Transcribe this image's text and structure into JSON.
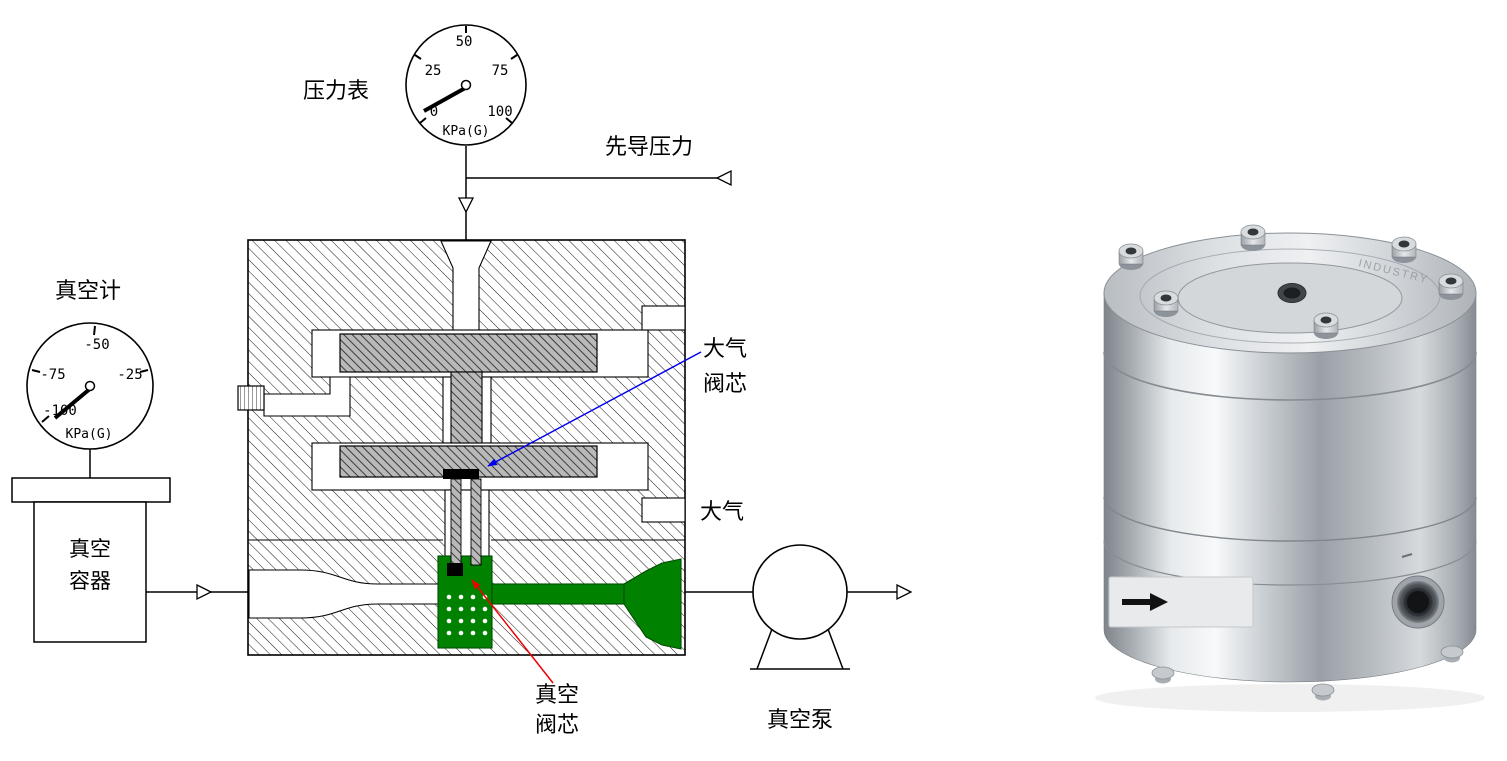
{
  "diagram": {
    "pressure_gauge": {
      "label": "压力表",
      "unit": "KPa(G)",
      "ticks": [
        "0",
        "25",
        "50",
        "75",
        "100"
      ]
    },
    "pilot_pressure_label": "先导压力",
    "vacuum_gauge": {
      "label": "真空计",
      "unit": "KPa(G)",
      "ticks": [
        "-50",
        "-75",
        "-25",
        "-100"
      ]
    },
    "vacuum_container": {
      "line1": "真空",
      "line2": "容器"
    },
    "labels": {
      "atmosphere_core_line1": "大气",
      "atmosphere_core_line2": "阀芯",
      "atmosphere": "大气",
      "vacuum_core_line1": "真空",
      "vacuum_core_line2": "阀芯",
      "vacuum_pump": "真空泵"
    },
    "colors": {
      "flow_green": "#008200",
      "annotation_blue": "#0000ee",
      "annotation_red": "#ee0000",
      "line_black": "#000000"
    }
  },
  "product": {
    "engraving": "INDUSTRY"
  }
}
